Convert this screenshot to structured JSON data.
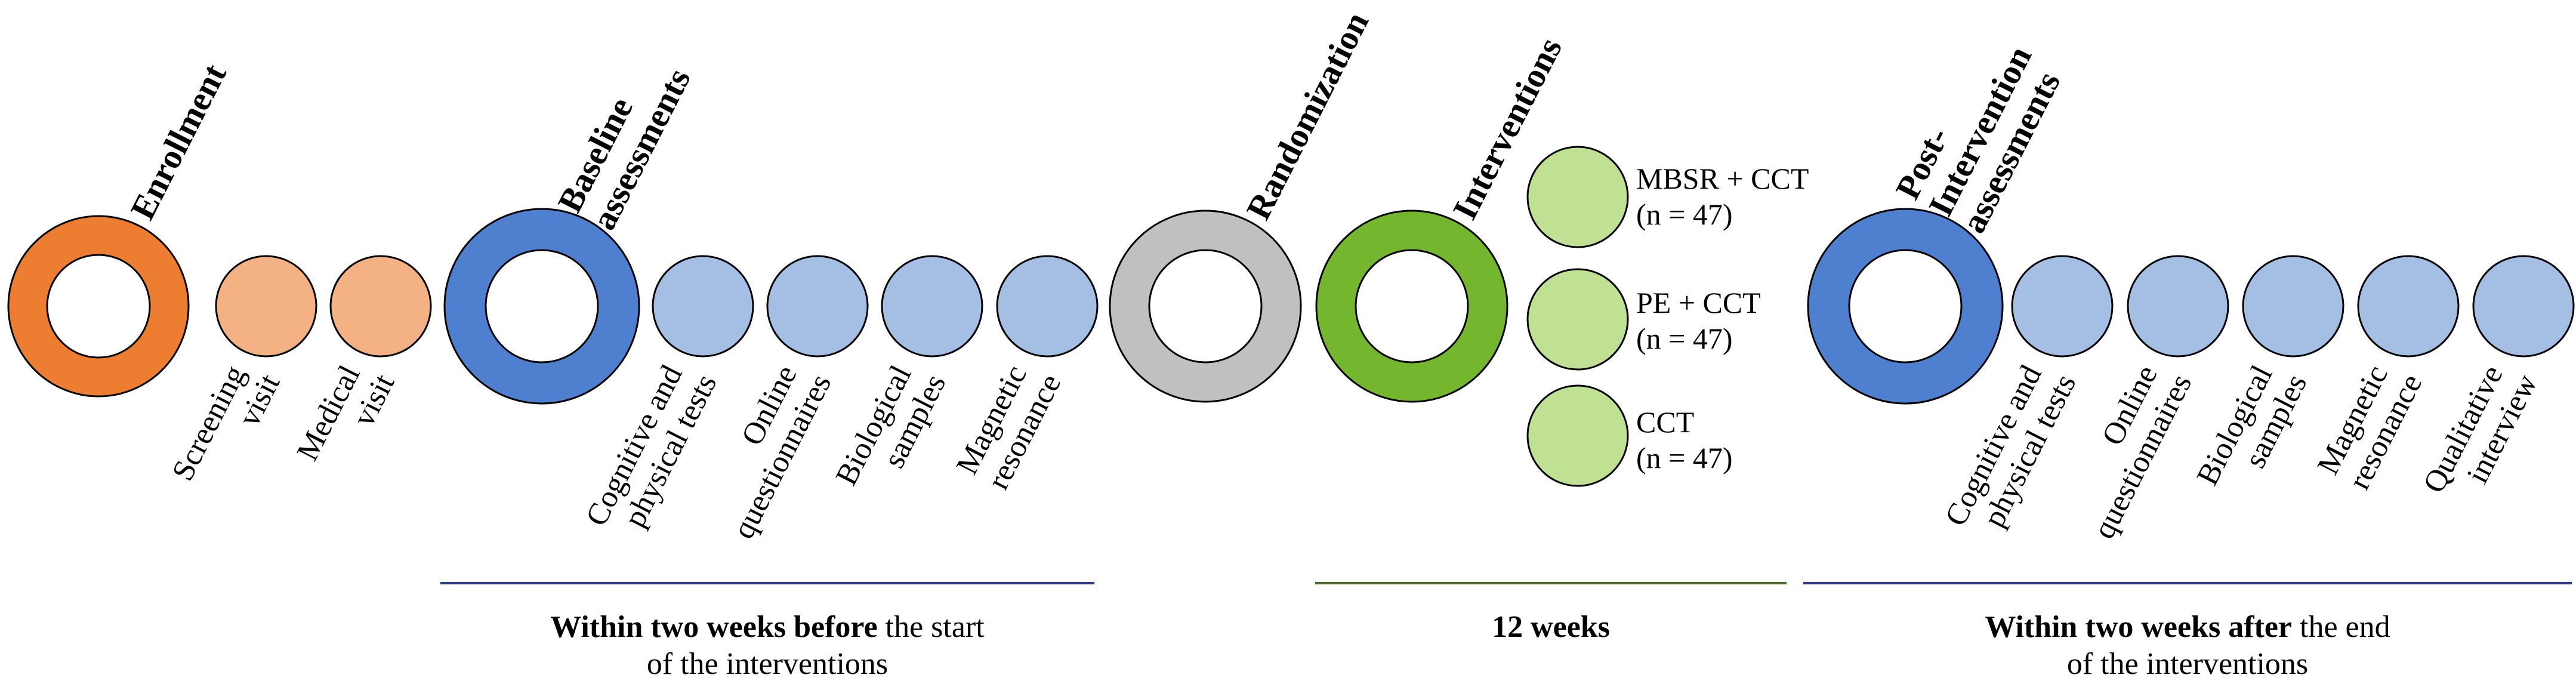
{
  "stages": {
    "enrollment": {
      "title": [
        "Enrollment"
      ],
      "steps": [
        [
          "Screening",
          "visit"
        ],
        [
          "Medical",
          "visit"
        ]
      ]
    },
    "baseline": {
      "title": [
        "Baseline",
        "assessments"
      ],
      "steps": [
        [
          "Cognitive and",
          "physical tests"
        ],
        [
          "Online",
          "questionnaires"
        ],
        [
          "Biological",
          "samples"
        ],
        [
          "Magnetic",
          "resonance"
        ]
      ]
    },
    "randomization": {
      "title": [
        "Randomization"
      ]
    },
    "interventions": {
      "title": [
        "Interventions"
      ],
      "arms": [
        [
          "MBSR + CCT",
          "(n = 47)"
        ],
        [
          "PE + CCT",
          "(n = 47)"
        ],
        [
          "CCT",
          "(n = 47)"
        ]
      ]
    },
    "post": {
      "title": [
        "Post-",
        "Intervention",
        "assessments"
      ],
      "steps": [
        [
          "Cognitive and",
          "physical tests"
        ],
        [
          "Online",
          "questionnaires"
        ],
        [
          "Biological",
          "samples"
        ],
        [
          "Magnetic",
          "resonance"
        ],
        [
          "Qualitative",
          "interview"
        ]
      ]
    }
  },
  "periods": {
    "baseline": {
      "bold": "Within two weeks before",
      "rest": " the start",
      "line2": "of the interventions"
    },
    "interventions": {
      "bold": "12 weeks"
    },
    "post": {
      "bold": "Within two weeks after",
      "rest": " the end",
      "line2": "of the interventions"
    }
  },
  "colors": {
    "enrollment_ring": "#ED7D31",
    "enrollment_step": "#F4B183",
    "assessment_ring": "#4F7FCF",
    "assessment_step": "#A4BEE4",
    "randomization_ring": "#C0C0C0",
    "intervention_ring": "#74B72E",
    "intervention_arm": "#C0E193",
    "baseline_rule": "#2E3A8F",
    "intervention_rule": "#4E6B2E",
    "outline": "#000000"
  }
}
